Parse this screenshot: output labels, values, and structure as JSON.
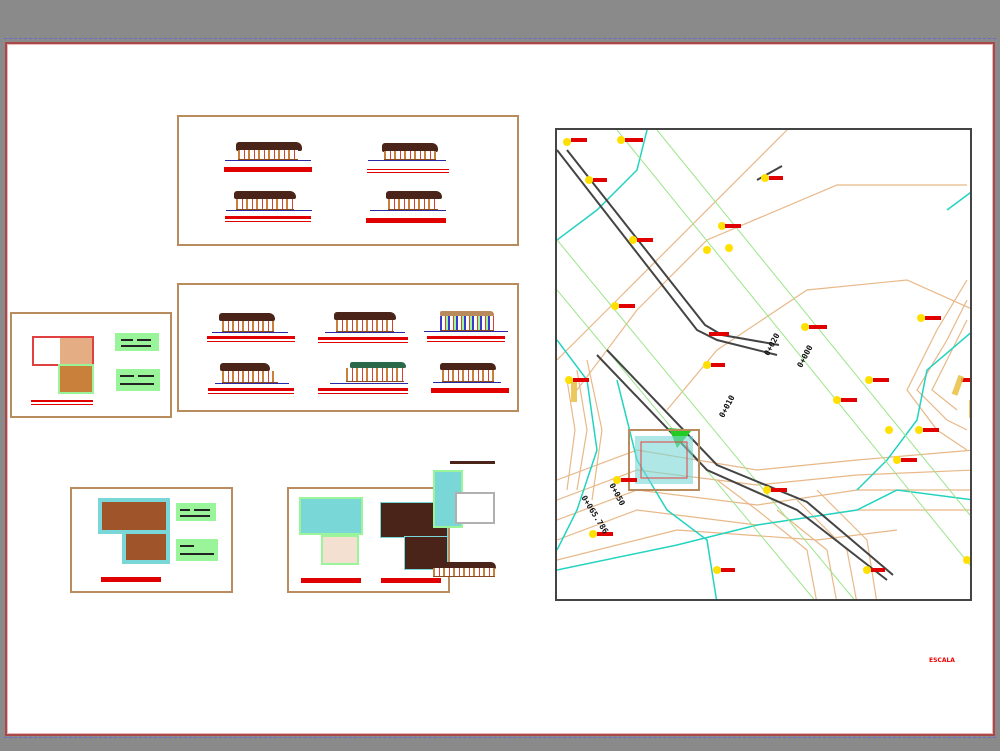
{
  "viewport": {
    "background": "#8a8a8a",
    "paper_border": "#a84848",
    "paper": "#ffffff"
  },
  "sheets": {
    "elevations_top": {
      "count": 4,
      "frame_color": "#b88c5c"
    },
    "elevations_middle": {
      "count": 6,
      "frame_color": "#b88c5c"
    },
    "floor_plan_left": {
      "legend_tables": 2
    },
    "floor_plan_structure": {
      "legend_tables": 2
    },
    "roof_and_foundation_plan": {
      "roof_color": "#4a2418"
    }
  },
  "site_plan": {
    "road_stations": [
      "0+020",
      "0+010",
      "0+000",
      "0+050",
      "0+065.786"
    ],
    "colors": {
      "contour": "#e8b888",
      "water": "#22d3c0",
      "road": "#444444",
      "grid": "#9ae68a",
      "point_label": "#e00000",
      "point_marker": "#ffe000"
    }
  },
  "sheet_tag": "ESCALA"
}
